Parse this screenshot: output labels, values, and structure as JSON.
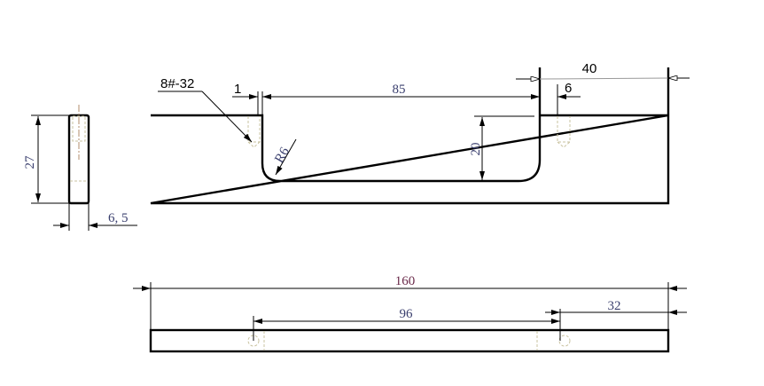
{
  "drawing": {
    "side_view": {
      "height_label": "27",
      "width_label": "6, 5"
    },
    "front_view": {
      "thread_label": "8#-32",
      "offset_label": "1",
      "notch_width_label": "85",
      "radius_label": "R6",
      "notch_depth_label": "20",
      "end_width_label": "40",
      "hole_offset_label": "6"
    },
    "top_view": {
      "total_length_label": "160",
      "hole_spacing_label": "96",
      "hole_end_label": "32"
    }
  }
}
